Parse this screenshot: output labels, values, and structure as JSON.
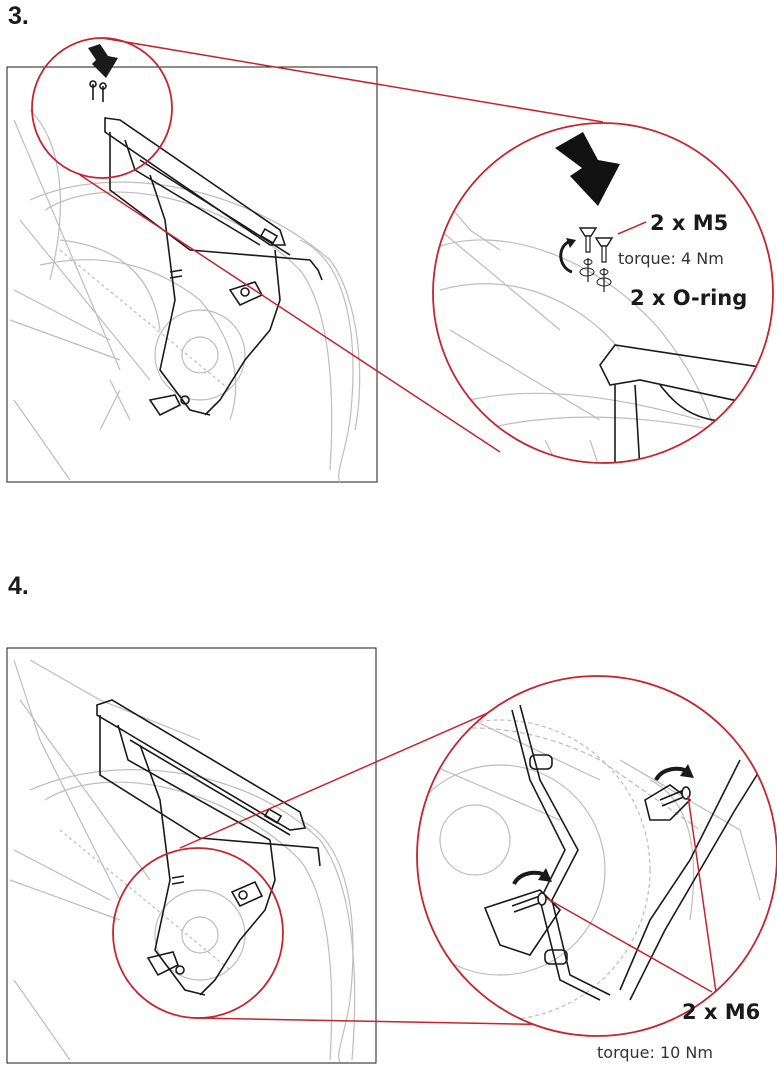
{
  "step3": {
    "number": "3.",
    "callout_screws": "2 x M5",
    "callout_screws_torque": "torque: 4 Nm",
    "callout_orings": "2 x O-ring"
  },
  "step4": {
    "number": "4.",
    "callout_screws": "2 x M6",
    "callout_screws_torque": "torque: 10 Nm"
  },
  "colors": {
    "callout_red": "#c4252f",
    "line_art": "#1a1a1a",
    "faint_line_art": "#bdbdbd"
  },
  "icons": [
    "down-arrow-icon",
    "rotate-arrow-icon",
    "screw-icon",
    "o-ring-icon"
  ]
}
